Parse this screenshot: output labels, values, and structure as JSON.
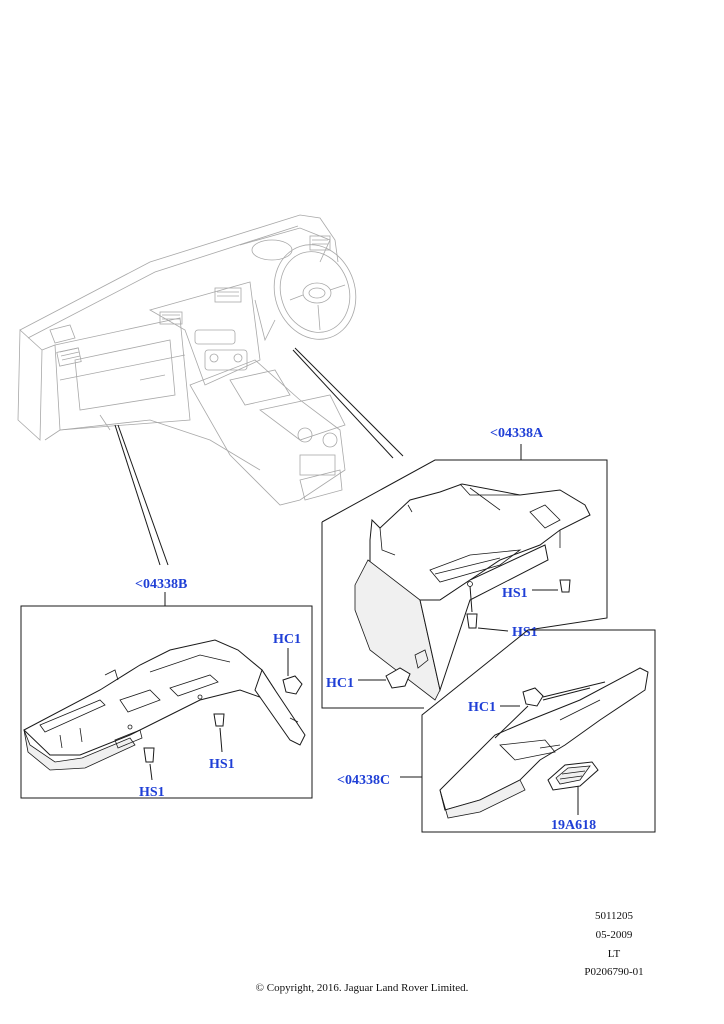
{
  "callouts": {
    "kit_a": "<04338A",
    "kit_b": "<04338B",
    "kit_c": "<04338C",
    "hs1": "HS1",
    "hc1": "HC1",
    "part_19a618": "19A618"
  },
  "footer": {
    "code1": "5011205",
    "date": "05-2009",
    "side": "LT",
    "illustration_id": "P0206790-01",
    "copyright": "© Copyright, 2016. Jaguar Land Rover Limited."
  },
  "colors": {
    "callout_text": "#1f3fd6",
    "line": "#1a1a1a",
    "dashboard_ghost": "#a8a8a8"
  }
}
